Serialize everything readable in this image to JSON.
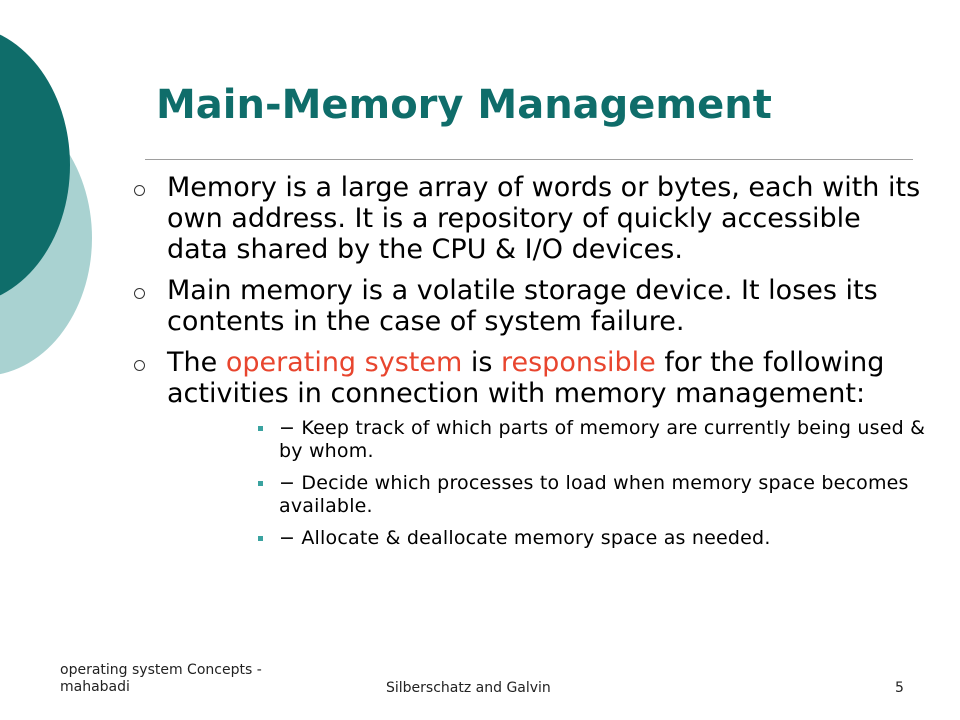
{
  "slide": {
    "title": "Main-Memory Management",
    "bullets": [
      {
        "text": "Memory is a large array of words or bytes, each with its own address. It is a repository of quickly accessible data shared by the CPU & I/O devices."
      },
      {
        "text": "Main memory is a volatile storage device. It loses its contents in the case of system failure."
      },
      {
        "part1": "The ",
        "highlight1": "operating system",
        "part2": " is ",
        "highlight2": "responsible",
        "part3": " for the following activities in connection with memory management:",
        "sub_bullets": [
          "− Keep track of which parts of memory are currently being used & by whom.",
          "− Decide which processes to load when memory space becomes available.",
          "− Allocate & deallocate memory space as needed."
        ]
      }
    ]
  },
  "footer": {
    "left": "operating system Concepts -mahabadi",
    "center": "Silberschatz and Galvin",
    "page_number": "5"
  },
  "colors": {
    "title": "#0f6d6a",
    "highlight": "#e8452e",
    "deco_dark": "#0f6d6a",
    "deco_light": "#a9d2d1",
    "sub_marker": "#3aa3a0"
  }
}
